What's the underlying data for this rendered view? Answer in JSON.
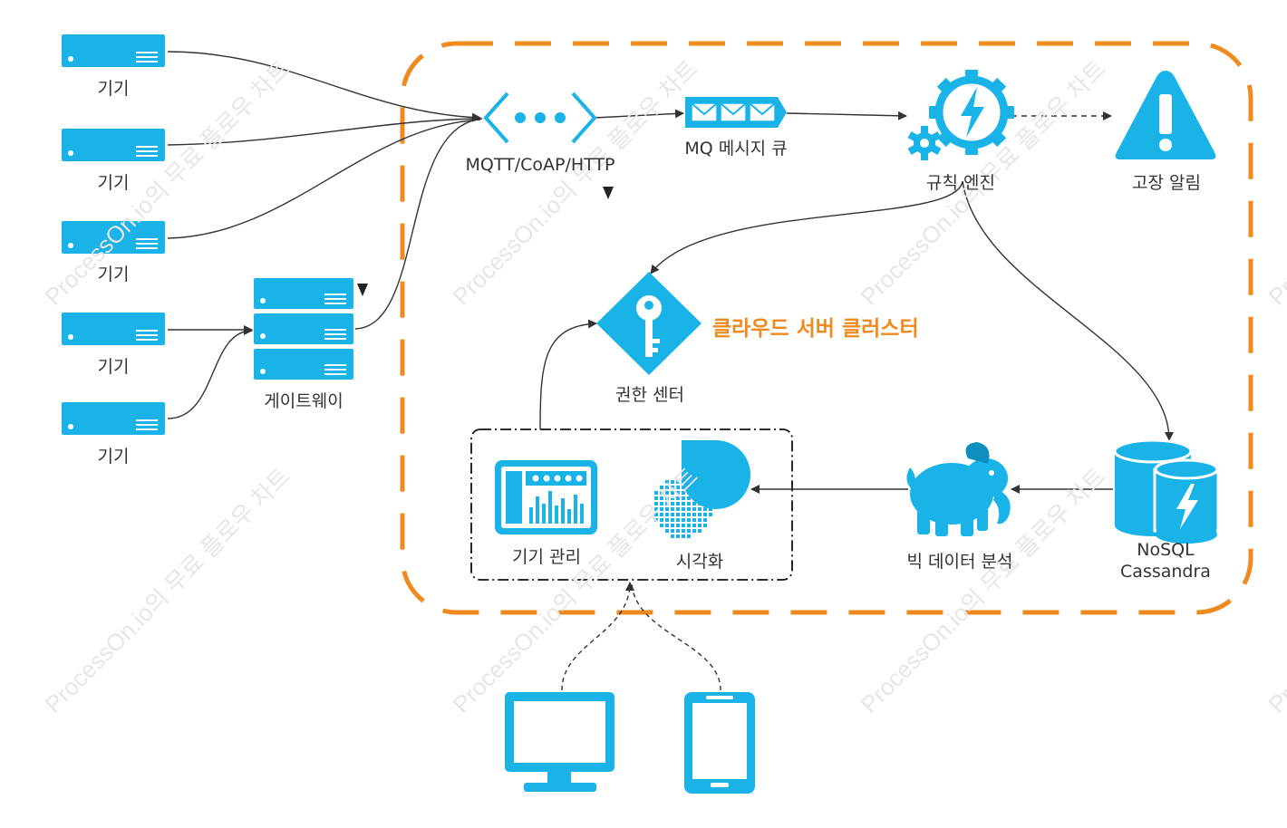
{
  "watermark": "ProcessOn.io의 무료 플로우 차트",
  "cluster": {
    "title": "클라우드 서버 클러스터"
  },
  "devices": [
    {
      "label": "기기"
    },
    {
      "label": "기기"
    },
    {
      "label": "기기"
    },
    {
      "label": "기기"
    },
    {
      "label": "기기"
    }
  ],
  "gateway": {
    "label": "게이트웨이"
  },
  "protocol": {
    "label": "MQTT/CoAP/HTTP"
  },
  "mq": {
    "label": "MQ 메시지 큐"
  },
  "rule_engine": {
    "label": "규칙 엔진"
  },
  "fault_alarm": {
    "label": "고장 알림"
  },
  "auth_center": {
    "label": "권한 센터"
  },
  "nosql": {
    "label": "NoSQL\nCassandra"
  },
  "big_data": {
    "label": "빅 데이터 분석"
  },
  "device_mgmt": {
    "label": "기기 관리"
  },
  "visualization": {
    "label": "시각화"
  },
  "colors": {
    "accent_blue": "#1ab3e8",
    "cluster_orange": "#f08a1e",
    "line": "#333333"
  }
}
